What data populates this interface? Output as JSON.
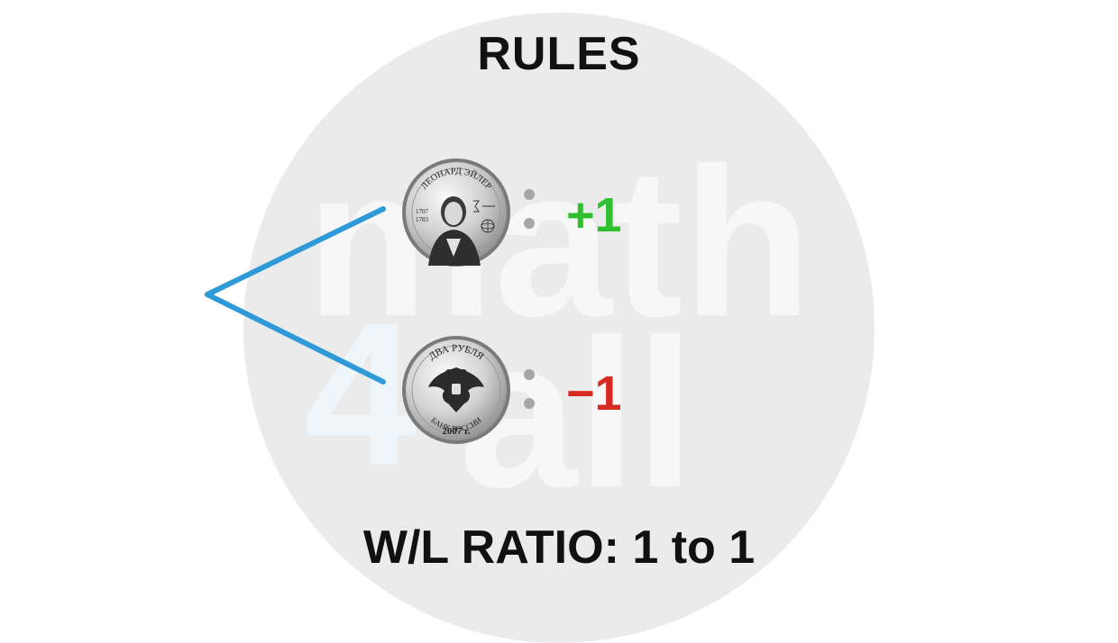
{
  "title": "RULES",
  "footer": "W/L RATIO: 1 to 1",
  "watermark": {
    "word_top": "math",
    "digit": "4",
    "word_bottom": "all"
  },
  "heads": {
    "coin_legend_top": "ЛЕОНАРД ЭЙЛЕР",
    "coin_years_left": "1707",
    "coin_years_left_2": "1783",
    "score": "+1"
  },
  "tails": {
    "coin_legend_top": "ДВА РУБЛЯ",
    "coin_legend_bottom": "БАНК РОССИИ",
    "coin_year": "2007 г.",
    "score": "−1"
  },
  "colors": {
    "branch": "#2f9ad8",
    "win": "#2fbf2f",
    "lose": "#d62b22",
    "watermark": "#ebebeb"
  }
}
